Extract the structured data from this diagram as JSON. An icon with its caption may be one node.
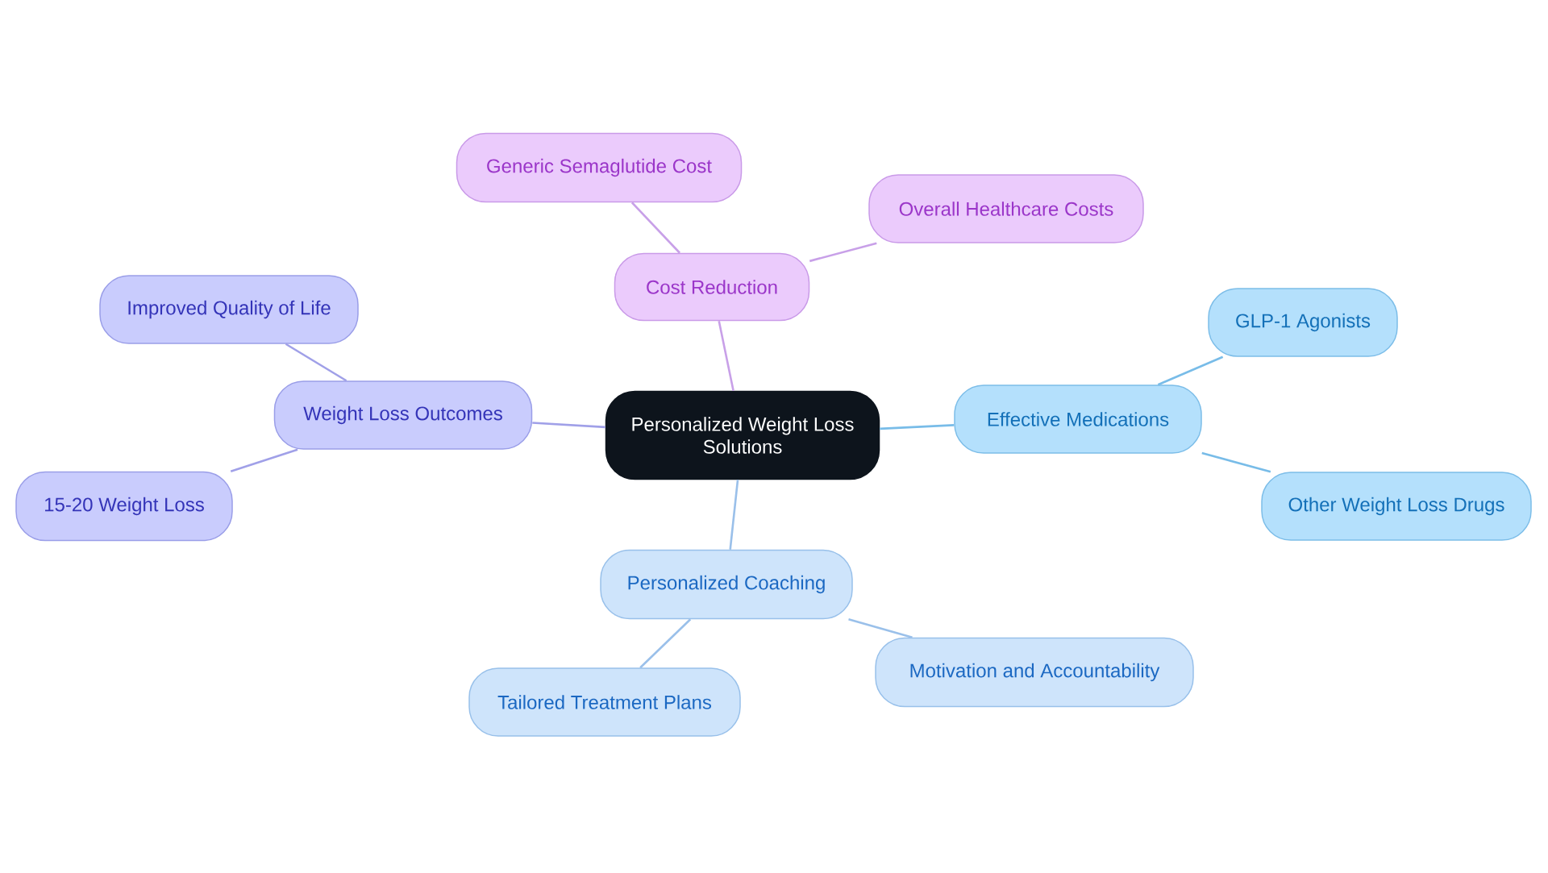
{
  "diagram": {
    "nodes": [
      {
        "text": [
          "Personalized Weight Loss Solutions"
        ]
      },
      {
        "text": [
          "Cost Reduction"
        ]
      },
      {
        "text": [
          "Generic Semaglutide Cost"
        ]
      },
      {
        "text": [
          "Overall Healthcare Costs"
        ]
      },
      {
        "text": [
          "Effective Medications"
        ]
      },
      {
        "text": [
          "GLP-1 Agonists"
        ]
      },
      {
        "text": [
          "Other Weight Loss Drugs"
        ]
      },
      {
        "text": [
          "Personalized Coaching"
        ]
      },
      {
        "text": [
          "Tailored Treatment Plans"
        ]
      },
      {
        "text": [
          "Motivation and Accountability"
        ]
      },
      {
        "text": [
          "Weight Loss Outcomes"
        ]
      },
      {
        "text": [
          "Improved Quality of Life"
        ]
      },
      {
        "text": [
          "15-20 Weight Loss"
        ]
      }
    ],
    "edges": [
      {
        "from": 0,
        "to": 1,
        "arrow": "none",
        "color": "#c8a0e8"
      },
      {
        "from": 1,
        "to": 2,
        "arrow": "none",
        "color": "#c8a0e8"
      },
      {
        "from": 1,
        "to": 3,
        "arrow": "none",
        "color": "#c8a0e8"
      },
      {
        "from": 0,
        "to": 4,
        "arrow": "none",
        "color": "#78bce8"
      },
      {
        "from": 4,
        "to": 5,
        "arrow": "none",
        "color": "#78bce8"
      },
      {
        "from": 4,
        "to": 6,
        "arrow": "none",
        "color": "#78bce8"
      },
      {
        "from": 0,
        "to": 7,
        "arrow": "none",
        "color": "#9ac0ea"
      },
      {
        "from": 7,
        "to": 8,
        "arrow": "none",
        "color": "#9ac0ea"
      },
      {
        "from": 7,
        "to": 9,
        "arrow": "none",
        "color": "#9ac0ea"
      },
      {
        "from": 0,
        "to": 10,
        "arrow": "none",
        "color": "#a0a0e8"
      },
      {
        "from": 10,
        "to": 11,
        "arrow": "none",
        "color": "#a0a0e8"
      },
      {
        "from": 10,
        "to": 12,
        "arrow": "none",
        "color": "#a0a0e8"
      }
    ]
  }
}
